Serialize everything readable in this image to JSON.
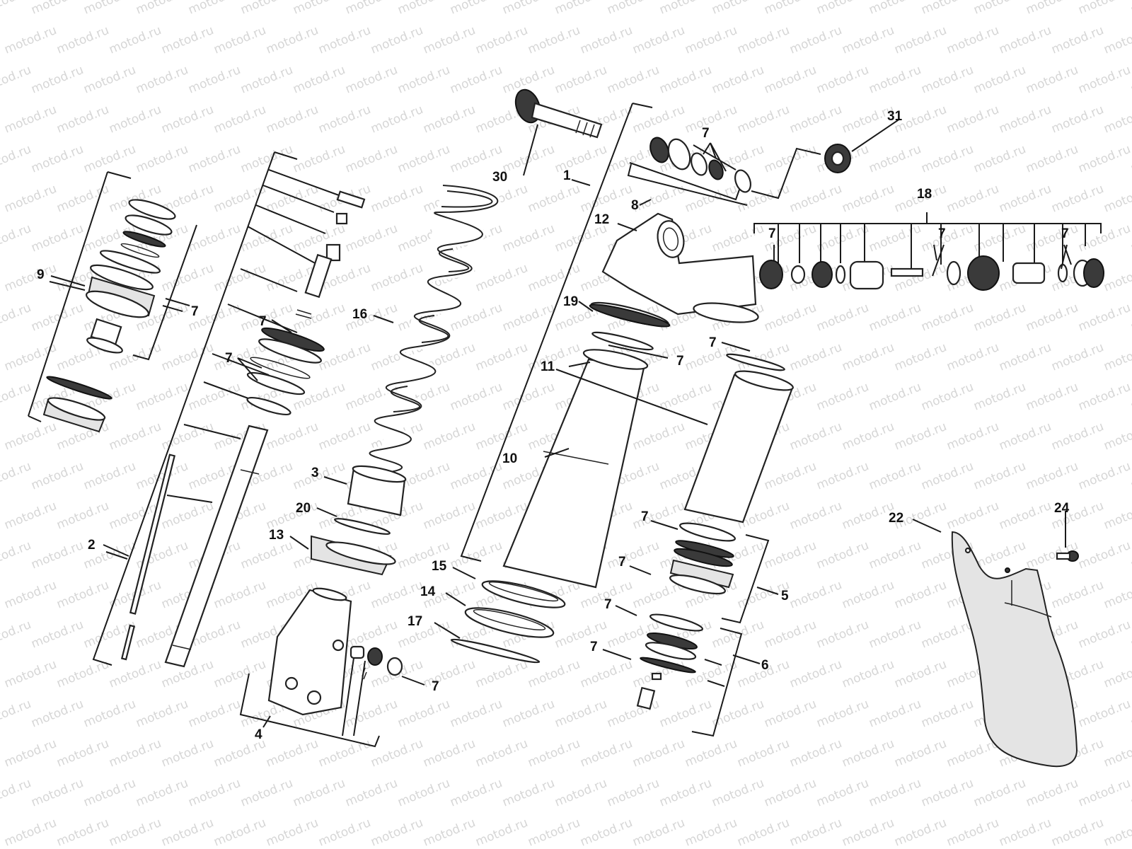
{
  "watermark": "motod.ru",
  "labels": {
    "p1": "1",
    "p2": "2",
    "p3": "3",
    "p4": "4",
    "p5": "5",
    "p6": "6",
    "p7": "7",
    "p8": "8",
    "p9": "9",
    "p10": "10",
    "p11": "11",
    "p12": "12",
    "p13": "13",
    "p14": "14",
    "p15": "15",
    "p16": "16",
    "p17": "17",
    "p18": "18",
    "p19": "19",
    "p20": "20",
    "p22": "22",
    "p24": "24",
    "p30": "30",
    "p31": "31"
  },
  "colors": {
    "line": "#1a1a1a",
    "watermark": "#d6d6d6",
    "shade": "#e4e4e4"
  }
}
